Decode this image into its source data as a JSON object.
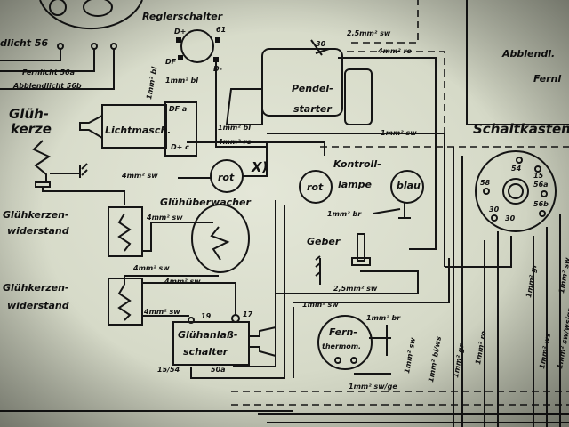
{
  "labels": {
    "reglerschalter": "Reglerschalter",
    "regler_dplus": "D+",
    "regler_61": "61",
    "regler_df": "DF",
    "regler_dminus": "D-",
    "abblendlicht_top": "dlicht 56",
    "fernlicht": "Fernlicht 56a",
    "abblendlicht": "Abblendlicht 56b",
    "gluehkerze_1": "Glüh-",
    "gluehkerze_2": "kerze",
    "lichtmaschine": "Lichtmasch.",
    "lima_df": "DF a",
    "lima_dplus": "D+ c",
    "wire_1bl_vertical": "1mm² bl",
    "wire_1bl_regler": "1mm² bl",
    "wire_4sw_a": "4mm² sw",
    "rot_1": "rot",
    "x_mark": "X)",
    "gluehueberwacher": "Glühüberwacher",
    "kontrolllampe_1": "Kontroll-",
    "kontrolllampe_2": "lampe",
    "rot_2": "rot",
    "blau": "blau",
    "wire_1br": "1mm² br",
    "geber": "Geber",
    "wire_25sw_b": "2,5mm² sw",
    "wire_1sw_b": "1mm² sw",
    "fernthermom_1": "Fern-",
    "fernthermom_2": "thermom.",
    "wire_1br_b": "1mm² br",
    "wire_1sw_vert": "1mm² sw",
    "wire_1swge": "1mm² sw/ge",
    "widerstand1_1": "Glühkerzen-",
    "widerstand1_2": "widerstand",
    "widerstand2_1": "Glühkerzen-",
    "widerstand2_2": "widerstand",
    "wire_4sw_b": "4mm² sw",
    "wire_4sw_c": "4mm² sw",
    "wire_4sw_d": "4mm² sw",
    "wire_4sw_e": "4mm² sw",
    "term_19": "19",
    "term_17": "17",
    "term_1554": "15/54",
    "term_50a": "50a",
    "gluehanlass_1": "Glühanlaß-",
    "gluehanlass_2": "schalter",
    "pendel_1": "Pendel-",
    "pendel_2": "starter",
    "term_30": "30",
    "wire_25sw_top": "2,5mm² sw",
    "wire_4ro_top": "4mm² ro",
    "wire_1bl_starter": "1mm² bl",
    "wire_4ro_starter": "4mm² ro",
    "wire_1sw_starter": "1mm² sw",
    "schaltkasten": "Schaltkasten",
    "abblendl": "Abblendl.",
    "fernl": "Fernl",
    "sk_54": "54",
    "sk_15": "15",
    "sk_58": "58",
    "sk_56a": "56a",
    "sk_56b": "56b",
    "sk_30a": "30",
    "sk_30b": "30",
    "wire_1blws": "1mm² bl/ws",
    "wire_1gr": "1mm² gr",
    "wire_1ro": "1mm² ro",
    "wire_1gr_r": "1mm² gr",
    "wire_1ws": "1mm² ws",
    "wire_1sw_r": "1mm² sw",
    "wire_1sw_mix": "1mm² sw/ws/gr"
  }
}
